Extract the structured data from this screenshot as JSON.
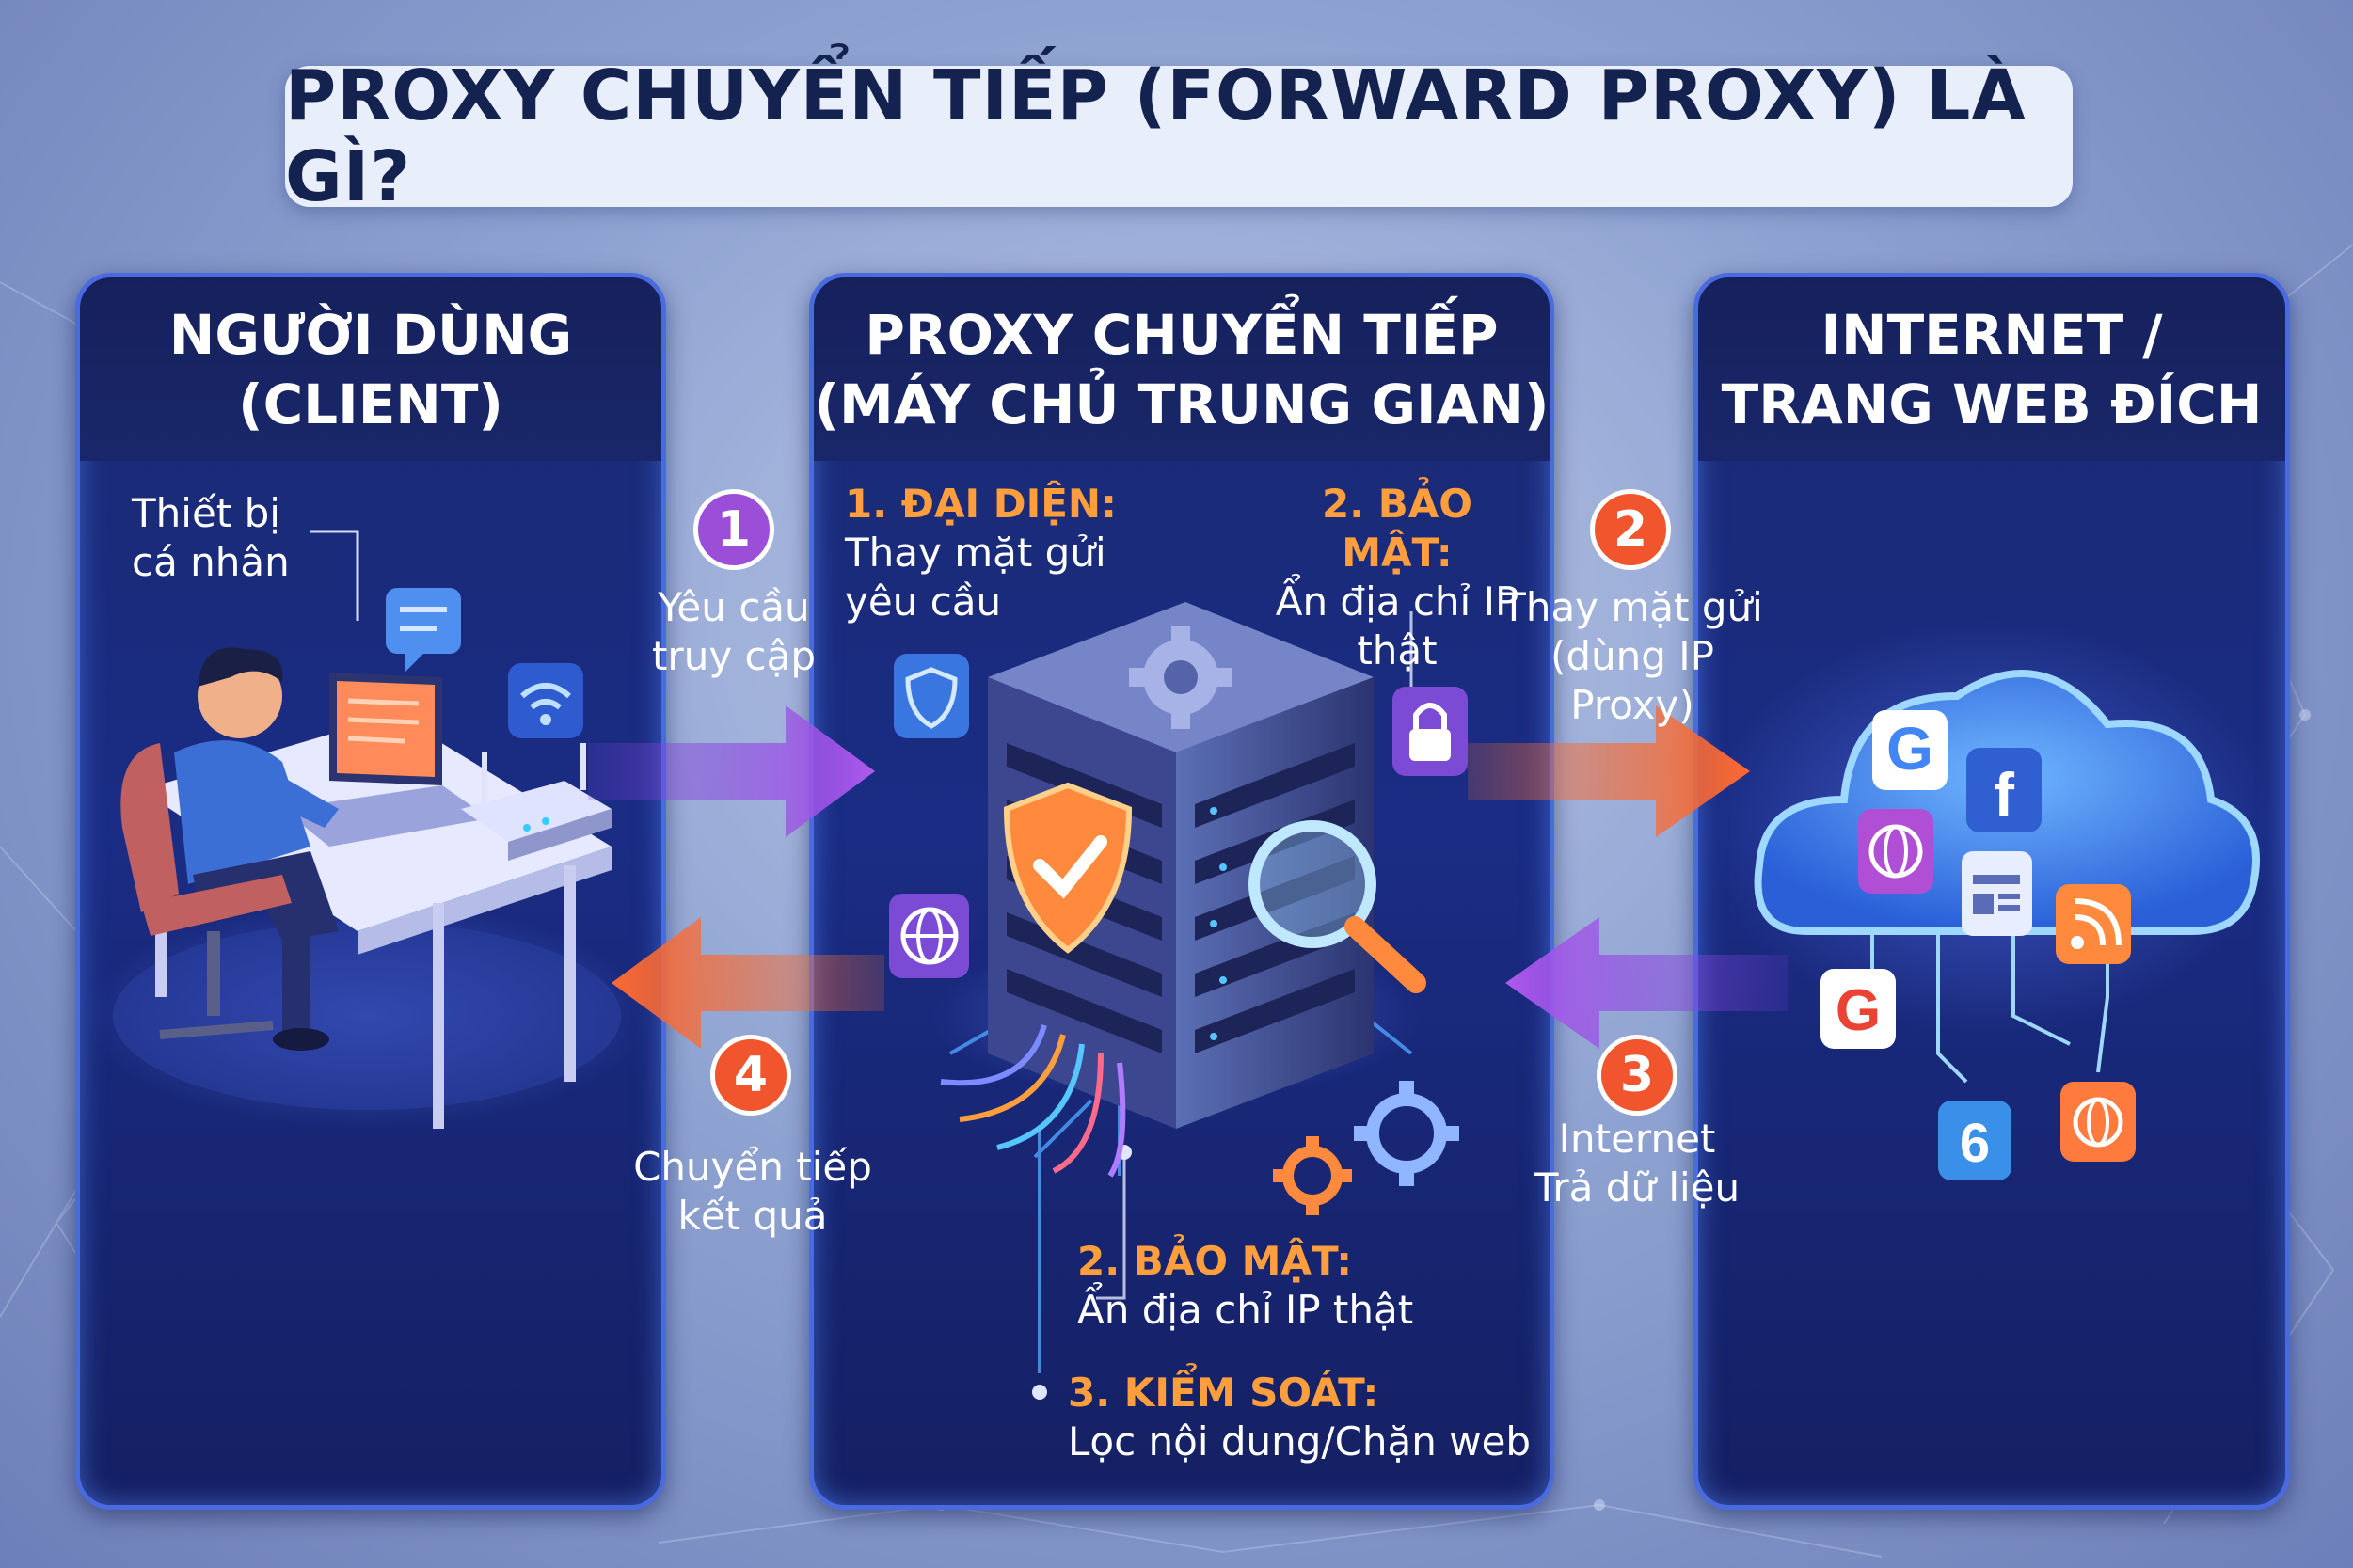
{
  "title": "PROXY CHUYỂN TIẾP (FORWARD PROXY) LÀ GÌ?",
  "panels": {
    "client": {
      "line1": "NGƯỜI DÙNG",
      "line2": "(CLIENT)",
      "device_line1": "Thiết bị",
      "device_line2": "cá nhân"
    },
    "proxy": {
      "line1": "PROXY CHUYỂN TIẾP",
      "line2": "(MÁY CHỦ TRUNG GIAN)"
    },
    "internet": {
      "line1": "INTERNET /",
      "line2": "TRANG WEB ĐÍCH"
    }
  },
  "features": {
    "represent": {
      "heading": "1. ĐẠI DIỆN:",
      "line1": "Thay mặt gửi",
      "line2": "yêu cầu"
    },
    "security_top": {
      "heading": "2. BẢO MẬT:",
      "line1": "Ẩn địa chỉ IP",
      "line2": "thật"
    },
    "security_bottom": {
      "heading": "2. BẢO MẬT:",
      "line1": "Ẩn địa chỉ IP thật"
    },
    "control": {
      "heading": "3. KIỂM SOÁT:",
      "line1": "Lọc nội dung/Chặn web"
    }
  },
  "steps": [
    {
      "number": "1",
      "line1": "Yêu cầu",
      "line2": "truy cập",
      "color": "#9b4fd9"
    },
    {
      "number": "2",
      "line1": "Thay mặt gửi",
      "line2": "(dùng IP Proxy)",
      "color": "#f0552d"
    },
    {
      "number": "3",
      "line1": "Internet",
      "line2": "Trả dữ liệu",
      "color": "#f0552d"
    },
    {
      "number": "4",
      "line1": "Chuyển tiếp",
      "line2": "kết quả",
      "color": "#f0552d"
    }
  ],
  "icons": {
    "client": [
      "person-icon",
      "laptop-icon",
      "chat-bubble-icon",
      "wifi-icon",
      "router-icon",
      "desk-icon",
      "chair-icon"
    ],
    "proxy": [
      "server-icon",
      "gear-icon",
      "shield-check-icon",
      "shield-icon",
      "lock-icon",
      "globe-icon",
      "magnifier-icon"
    ],
    "internet": [
      "cloud-icon",
      "google-icon",
      "facebook-icon",
      "globe-icon",
      "news-icon",
      "rss-icon",
      "edge-icon"
    ]
  },
  "colors": {
    "panel_bg": "#1b2a73",
    "panel_border": "#4a6be0",
    "accent_orange": "#ff9e3d",
    "arrow_purple": "#a24fe0",
    "arrow_orange": "#f26b2f",
    "title_text": "#13224f"
  }
}
